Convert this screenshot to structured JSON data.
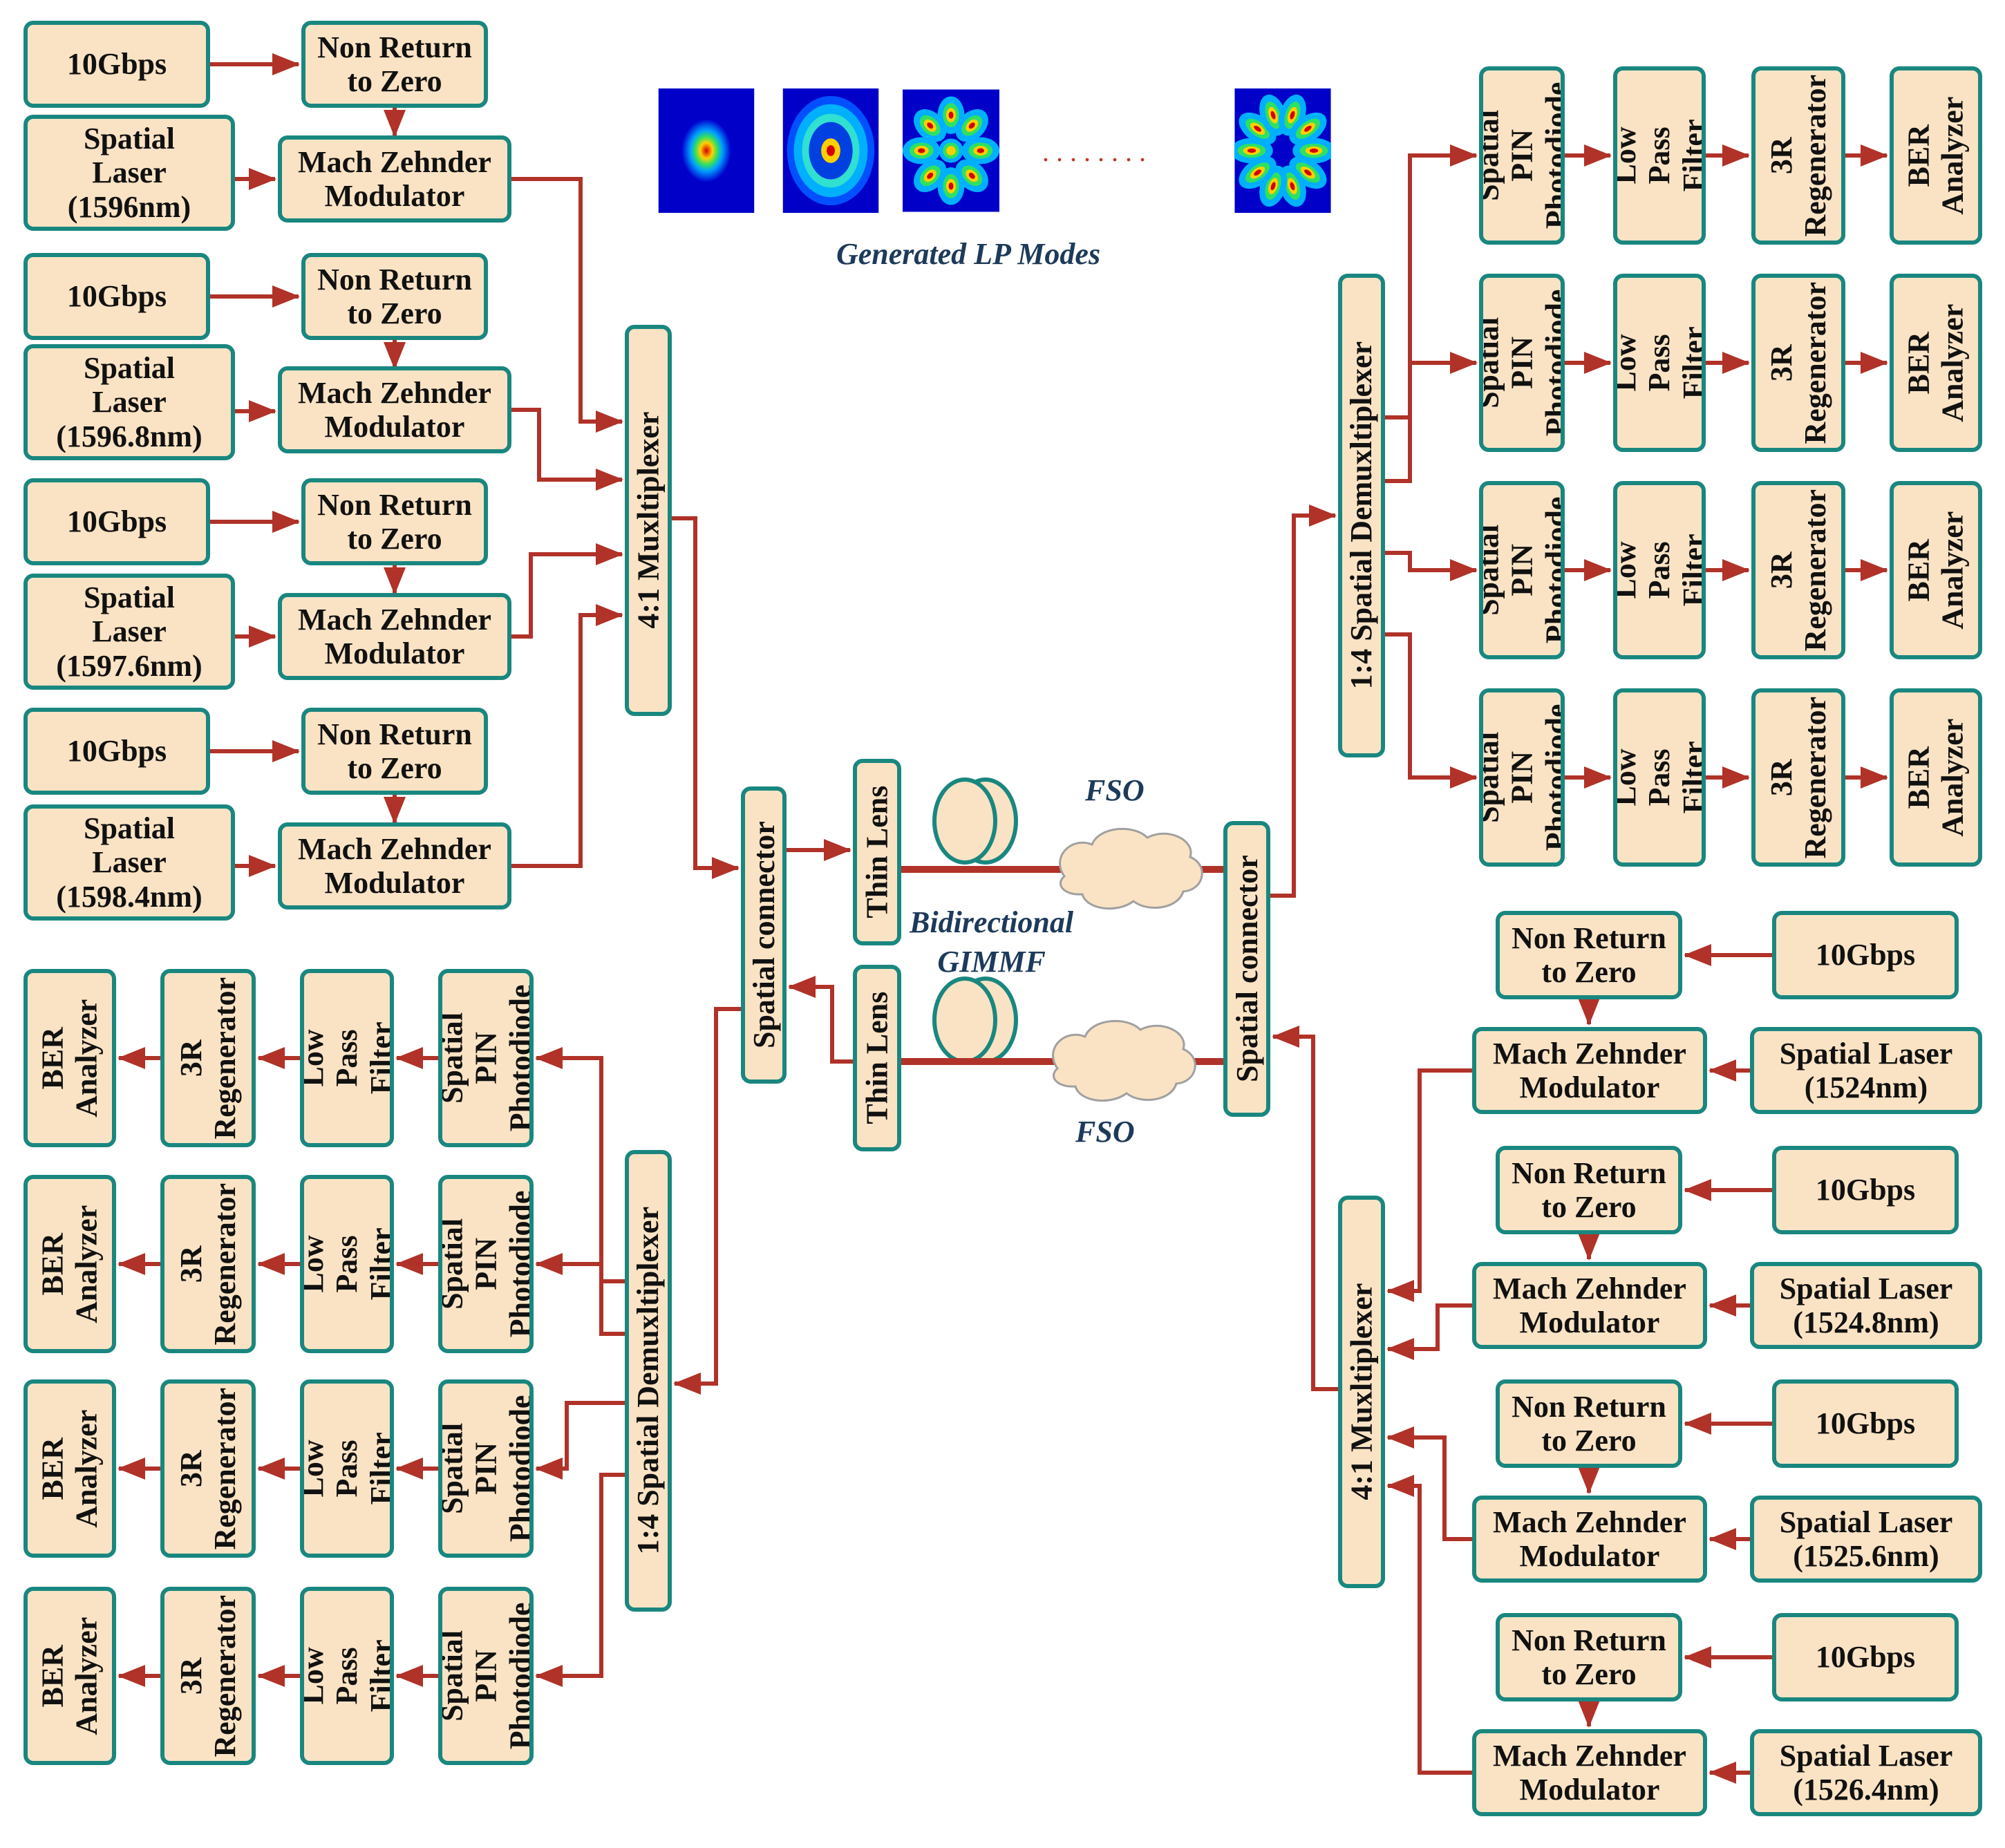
{
  "colors": {
    "box_fill": "#fae3c4",
    "box_border": "#19877f",
    "arrow": "#b03228",
    "label": "#1d3a5a"
  },
  "labels": {
    "rate": "10Gbps",
    "nrz": "Non Return\nto Zero",
    "mzm": "Mach Zehnder\nModulator",
    "pin": "Spatial PIN\nPhotodiode",
    "lpf": "Low Pass\nFilter",
    "regen": "3R\nRegenerator",
    "ber": "BER\nAnalyzer",
    "mux": "4:1 Muxltiplexer",
    "demux": "1:4 Spatial Demuxltiplexer",
    "connector": "Spatial connector",
    "thin_lens": "Thin Lens",
    "fso": "FSO",
    "gimmf": "Bidirectional\nGIMMF",
    "lp_modes": "Generated LP Modes",
    "ellipsis": "........"
  },
  "tx_left_lasers": [
    "Spatial\nLaser\n(1596nm)",
    "Spatial\nLaser\n(1596.8nm)",
    "Spatial\nLaser\n(1597.6nm)",
    "Spatial\nLaser\n(1598.4nm)"
  ],
  "tx_right_lasers": [
    "Spatial Laser\n(1524nm)",
    "Spatial Laser\n(1524.8nm)",
    "Spatial Laser\n(1525.6nm)",
    "Spatial Laser\n(1526.4nm)"
  ]
}
